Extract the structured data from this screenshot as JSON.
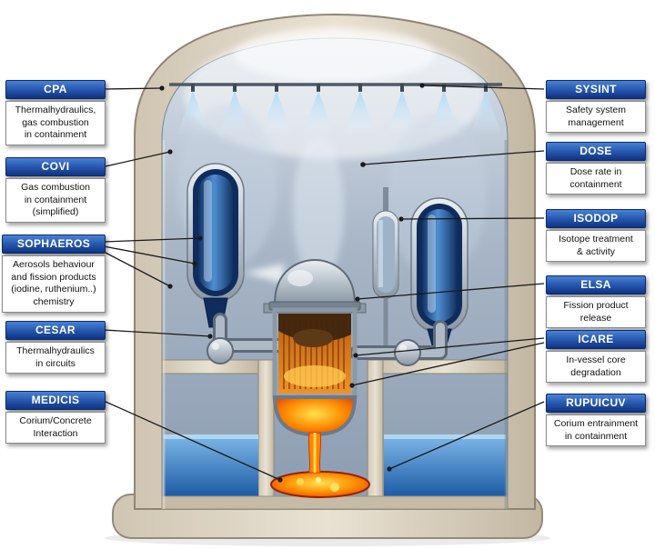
{
  "diagram_title": "severe-accident-simulation-modules-containment-diagram",
  "left_labels": [
    {
      "id": "cpa",
      "code": "CPA",
      "description": "Thermalhydraulics,\ngas combustion\nin containment"
    },
    {
      "id": "covi",
      "code": "COVI",
      "description": "Gas combustion\nin containment\n(simplified)"
    },
    {
      "id": "sophaeros",
      "code": "SOPHAEROS",
      "description": "Aerosols behaviour\nand fission products\n(iodine, ruthenium..)\nchemistry"
    },
    {
      "id": "cesar",
      "code": "CESAR",
      "description": "Thermalhydraulics\nin circuits"
    },
    {
      "id": "medicis",
      "code": "MEDICIS",
      "description": "Corium/Concrete\nInteraction"
    }
  ],
  "right_labels": [
    {
      "id": "sysint",
      "code": "SYSINT",
      "description": "Safety system\nmanagement"
    },
    {
      "id": "dose",
      "code": "DOSE",
      "description": "Dose rate in\ncontainment"
    },
    {
      "id": "isodop",
      "code": "ISODOP",
      "description": "Isotope treatment\n& activity"
    },
    {
      "id": "elsa",
      "code": "ELSA",
      "description": "Fission product release"
    },
    {
      "id": "icare",
      "code": "ICARE",
      "description": "In-vessel core\ndegradation"
    },
    {
      "id": "rupuicuv",
      "code": "RUPUICUV",
      "description": "Corium entrainment\nin containment"
    }
  ],
  "colors": {
    "label_header_blue": "#1d4fa8",
    "wall_beige": "#d9cfbc",
    "atmosphere_gray_blue": "#9fb0c4",
    "water_blue": "#2f6cb4",
    "corium_orange": "#ff8a00",
    "corium_red": "#cf2a06",
    "spray_blue": "#b5dcf7",
    "steel_gray": "#8d9aa7",
    "steam_generator_blue": "#123263"
  }
}
